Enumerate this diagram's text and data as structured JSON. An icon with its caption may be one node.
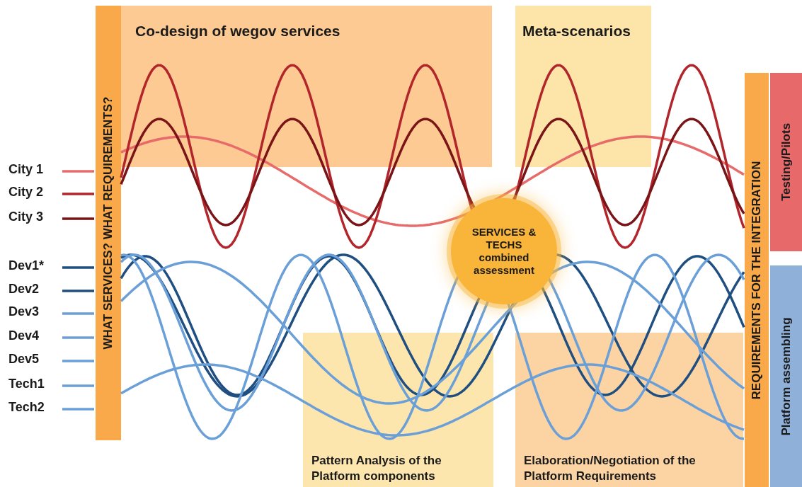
{
  "diagram": {
    "nodes": [
      {
        "text": [
          "WHAT SERVICES? WHAT REQUIREMENTS?"
        ]
      },
      {
        "text": [
          "Co-design of wegov services"
        ]
      },
      {
        "text": [
          "Meta-scenarios"
        ]
      },
      {
        "text": [
          "SERVICES & TECHS combined assessment"
        ]
      },
      {
        "text": [
          "Pattern Analysis of the Platform components"
        ]
      },
      {
        "text": [
          "Elaboration/Negotiation of the Platform Requirements"
        ]
      },
      {
        "text": [
          "REQUIREMENTS FOR THE INTEGRATION"
        ]
      },
      {
        "text": [
          "Testing/Pilots"
        ]
      },
      {
        "text": [
          "Platform assembling"
        ]
      }
    ],
    "legend": [
      {
        "text": "City 1"
      },
      {
        "text": "City 2"
      },
      {
        "text": "City 3"
      },
      {
        "text": "Dev1*"
      },
      {
        "text": "Dev2"
      },
      {
        "text": "Dev3"
      },
      {
        "text": "Dev4"
      },
      {
        "text": "Dev5"
      },
      {
        "text": "Tech1"
      },
      {
        "text": "Tech2"
      }
    ]
  }
}
